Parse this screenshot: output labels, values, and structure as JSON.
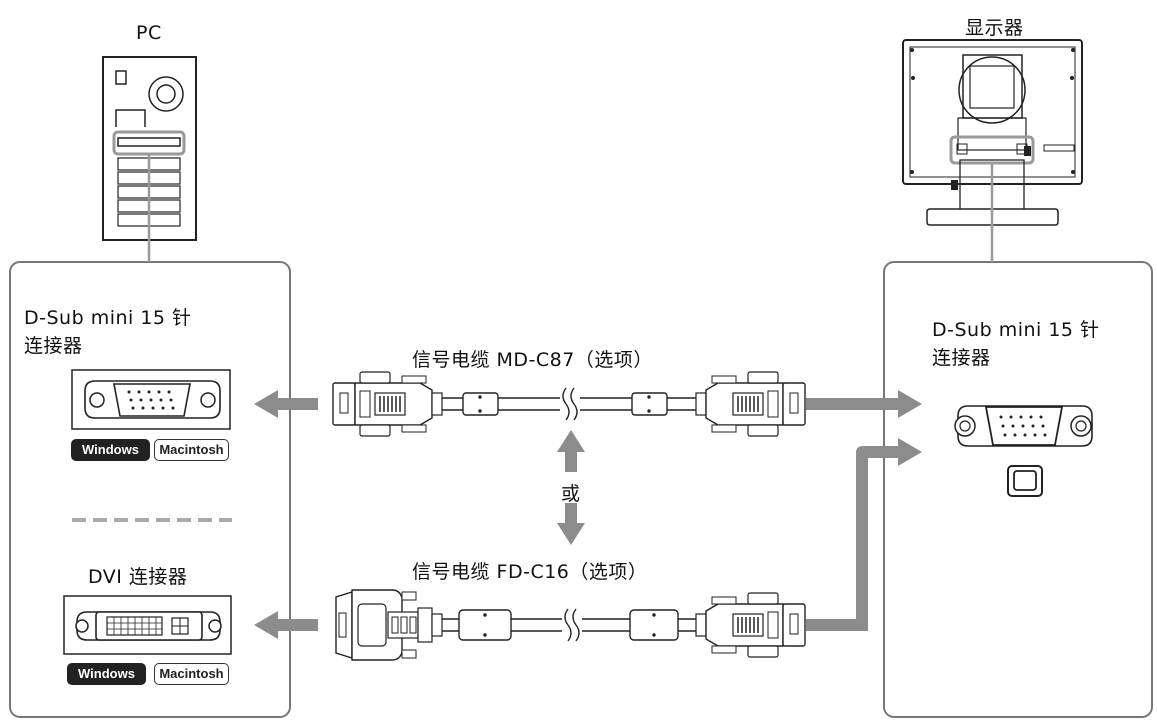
{
  "pc_label": "PC",
  "monitor_label": "显示器",
  "left_panel": {
    "dsub_label_line1": "D-Sub mini 15 针",
    "dsub_label_line2": "连接器",
    "dvi_label": "DVI 连接器",
    "badge_windows": "Windows",
    "badge_macintosh": "Macintosh"
  },
  "right_panel": {
    "dsub_label_line1": "D-Sub mini 15 针",
    "dsub_label_line2": "连接器"
  },
  "cables": {
    "top_label": "信号电缆 MD-C87（选项）",
    "bottom_label": "信号电缆 FD-C16（选项）",
    "or_label": "或"
  },
  "colors": {
    "arrow": "#8c8c8c",
    "panel_border": "#777777",
    "highlight": "#999999",
    "badge_dark": "#222222"
  }
}
